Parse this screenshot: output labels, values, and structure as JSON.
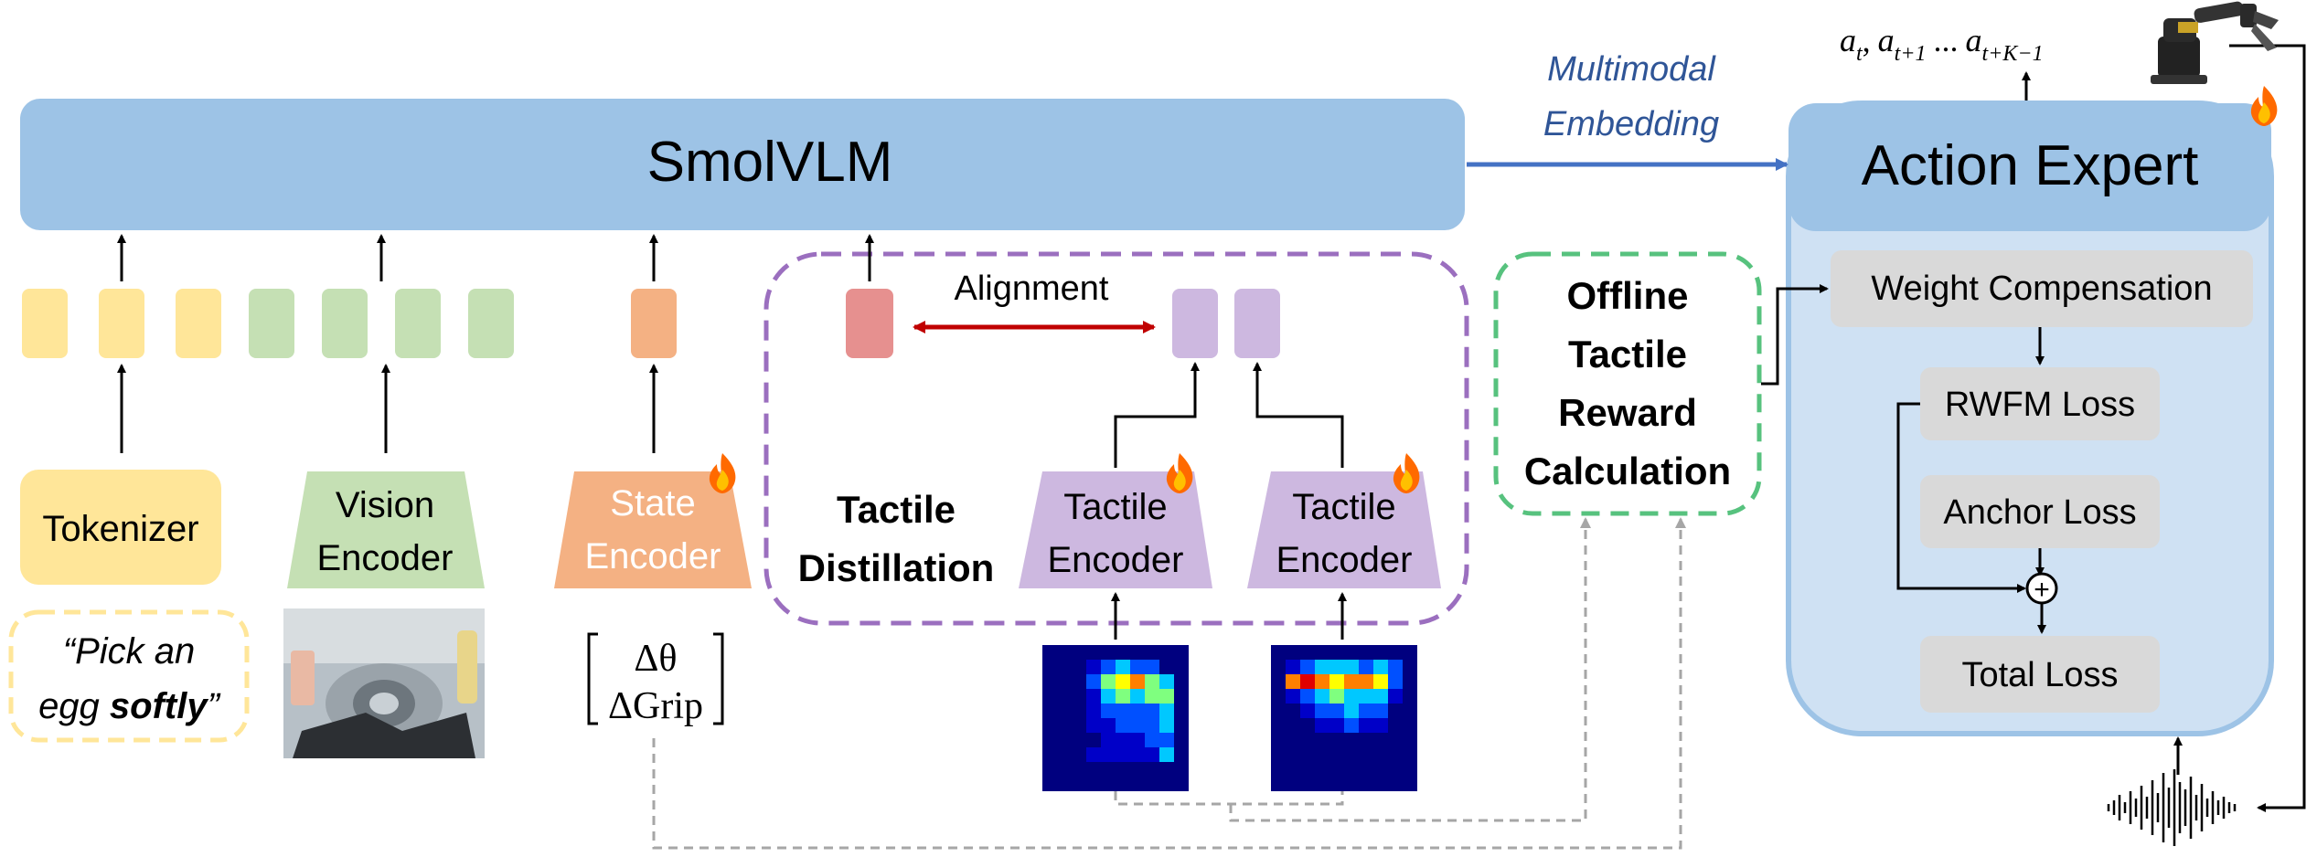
{
  "vlm": {
    "label": "SmolVLM"
  },
  "embedding": {
    "line1": "Multimodal",
    "line2": "Embedding"
  },
  "action_expert": {
    "title": "Action Expert",
    "weight_comp": "Weight Compensation",
    "rwfm_loss": "RWFM Loss",
    "anchor_loss": "Anchor Loss",
    "total_loss": "Total Loss",
    "sum_symbol": "+"
  },
  "actions": {
    "a_t": "a",
    "sub_t": "t",
    "comma": ",",
    "a_t1": "a",
    "sub_t1": "t+1",
    "dots": "...",
    "a_tk": "a",
    "sub_tk": "t+K−1"
  },
  "offline": {
    "line1": "Offline",
    "line2": "Tactile",
    "line3": "Reward",
    "line4": "Calculation"
  },
  "distill": {
    "alignment": "Alignment",
    "title_line1": "Tactile",
    "title_line2": "Distillation"
  },
  "encoders": {
    "tokenizer": "Tokenizer",
    "vision_line1": "Vision",
    "vision_line2": "Encoder",
    "state_line1": "State",
    "state_line2": "Encoder",
    "tactile1_line1": "Tactile",
    "tactile1_line2": "Encoder",
    "tactile2_line1": "Tactile",
    "tactile2_line2": "Encoder"
  },
  "prompt": {
    "line1": "“Pick an",
    "line2_a": "egg ",
    "line2_b": "softly",
    "line2_c": "”"
  },
  "state_vector": {
    "top": "Δθ",
    "bottom": "ΔGrip"
  },
  "colors": {
    "vlm_blue": "#9dc3e6",
    "expert_bg": "#cfe1f3",
    "token_yellow": "#ffe699",
    "token_green": "#c5e0b4",
    "state_orange": "#f4b183",
    "tactile_purple": "#cdb8e0",
    "distill_dashed": "#9b6fbf",
    "offline_dashed": "#57c27e",
    "alignment_red": "#c00000",
    "embedding_blue": "#4472c4",
    "loss_gray": "#d9d9d9"
  },
  "icons": [
    "fire-icon",
    "robot-arm-icon",
    "audio-waveform-icon",
    "egg-camera-image",
    "tactile-heatmap"
  ]
}
